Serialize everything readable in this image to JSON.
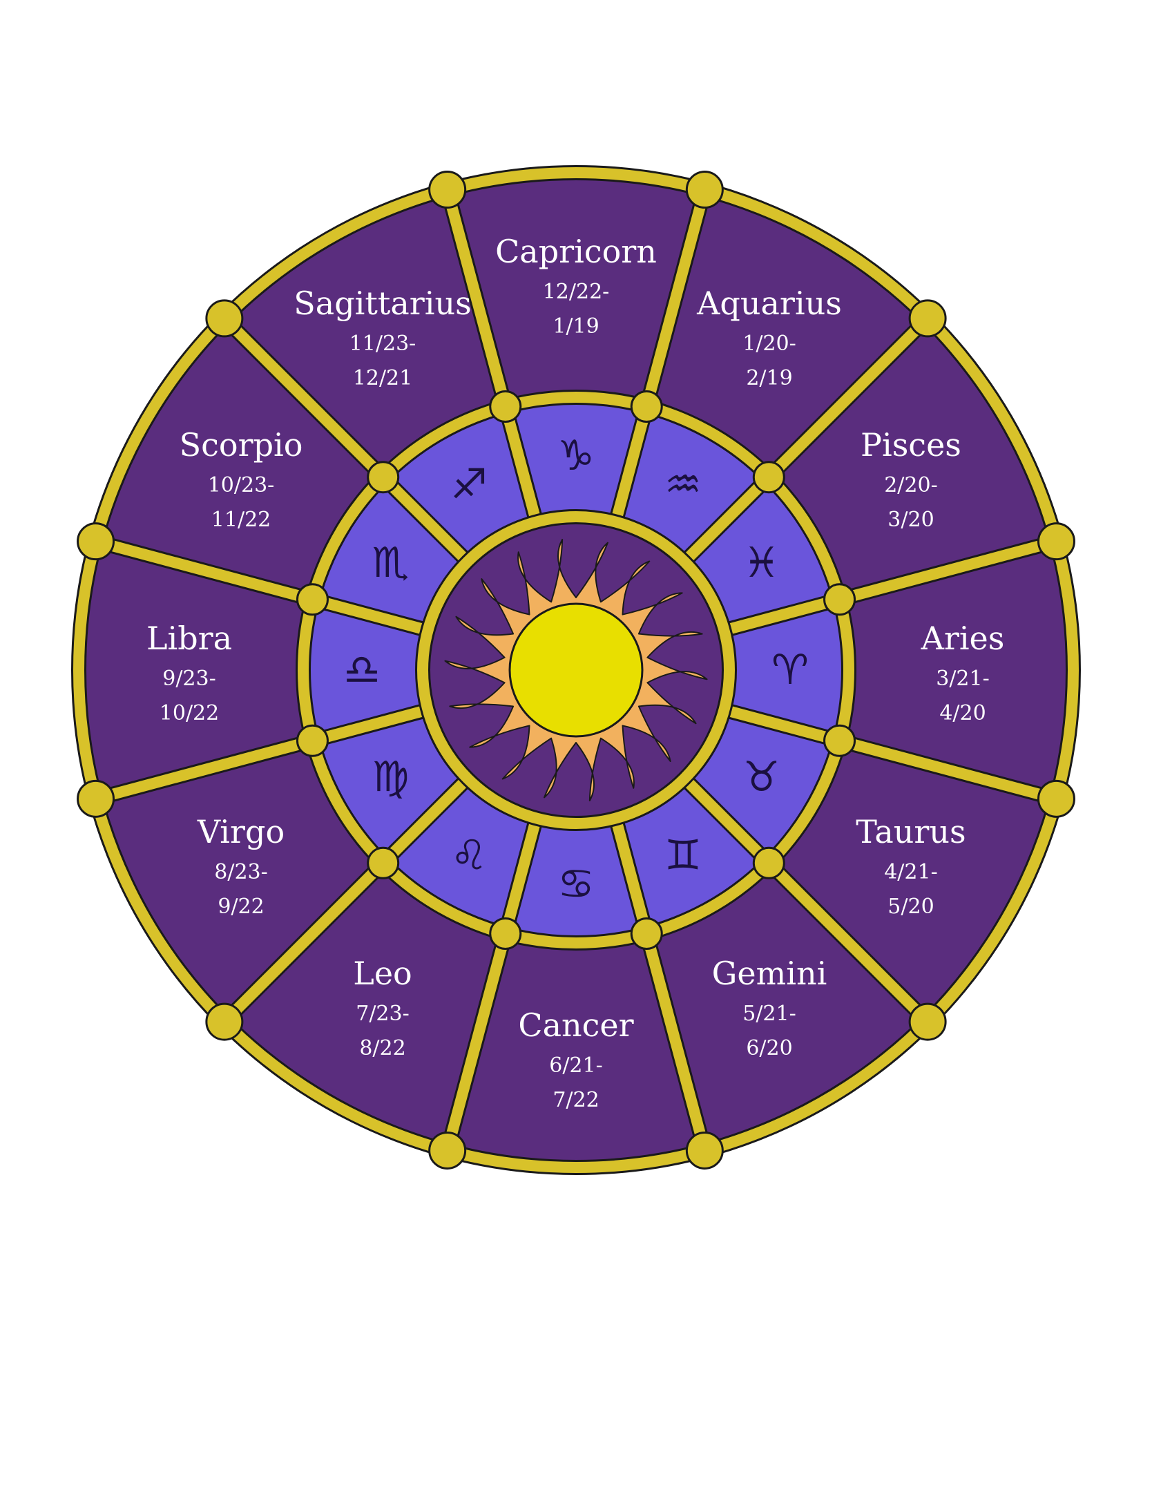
{
  "colors": {
    "outer_ring": "#5a2d7e",
    "inner_ring": "#6a55db",
    "center_disc": "#5a2d7e",
    "frame_gold": "#d8c22a",
    "outline": "#1a1a1a",
    "sun_core": "#e8df00",
    "sun_rays": "#f2b15e",
    "label_text": "#ffffff"
  },
  "center": {
    "icon": "sun-icon"
  },
  "signs": [
    {
      "name": "Capricorn",
      "dates": [
        "12/22-",
        "1/19"
      ],
      "glyph": "♑",
      "icon": "capricorn-icon"
    },
    {
      "name": "Sagittarius",
      "dates": [
        "11/23-",
        "12/21"
      ],
      "glyph": "♐",
      "icon": "sagittarius-icon"
    },
    {
      "name": "Scorpio",
      "dates": [
        "10/23-",
        "11/22"
      ],
      "glyph": "♏",
      "icon": "scorpio-icon"
    },
    {
      "name": "Libra",
      "dates": [
        "9/23-",
        "10/22"
      ],
      "glyph": "♎",
      "icon": "libra-icon"
    },
    {
      "name": "Virgo",
      "dates": [
        "8/23-",
        "9/22"
      ],
      "glyph": "♍",
      "icon": "virgo-icon"
    },
    {
      "name": "Leo",
      "dates": [
        "7/23-",
        "8/22"
      ],
      "glyph": "♌",
      "icon": "leo-icon"
    },
    {
      "name": "Cancer",
      "dates": [
        "6/21-",
        "7/22"
      ],
      "glyph": "♋",
      "icon": "cancer-icon"
    },
    {
      "name": "Gemini",
      "dates": [
        "5/21-",
        "6/20"
      ],
      "glyph": "♊",
      "icon": "gemini-icon"
    },
    {
      "name": "Taurus",
      "dates": [
        "4/21-",
        "5/20"
      ],
      "glyph": "♉",
      "icon": "taurus-icon"
    },
    {
      "name": "Aries",
      "dates": [
        "3/21-",
        "4/20"
      ],
      "glyph": "♈",
      "icon": "aries-icon"
    },
    {
      "name": "Pisces",
      "dates": [
        "2/20-",
        "3/20"
      ],
      "glyph": "♓",
      "icon": "pisces-icon"
    },
    {
      "name": "Aquarius",
      "dates": [
        "1/20-",
        "2/19"
      ],
      "glyph": "♒",
      "icon": "aquarius-icon"
    }
  ]
}
